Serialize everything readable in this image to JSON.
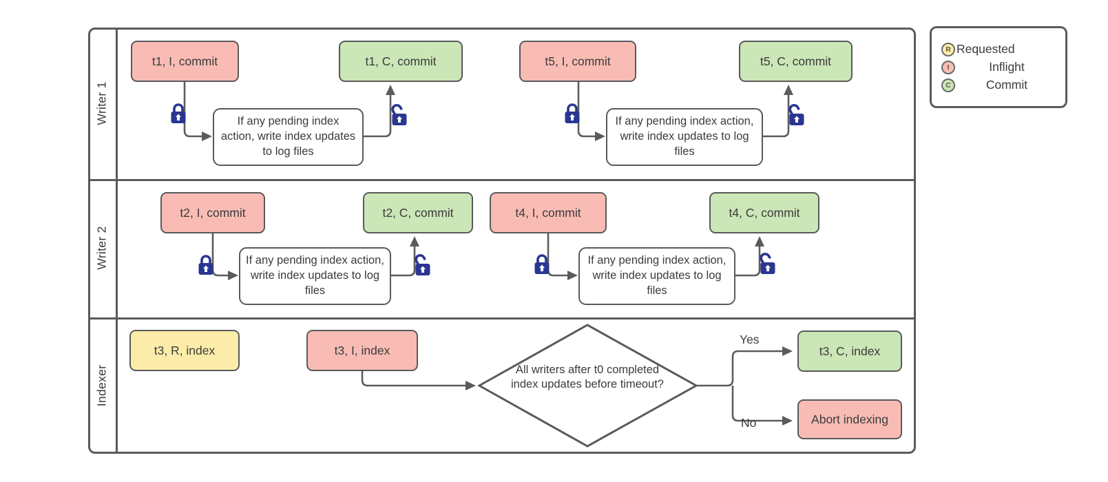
{
  "lanes": [
    {
      "label": "Writer 1"
    },
    {
      "label": "Writer 2"
    },
    {
      "label": "Indexer"
    }
  ],
  "nodes": {
    "t1_inflight": "t1, I, commit",
    "t1_commit": "t1, C, commit",
    "t5_inflight": "t5, I, commit",
    "t5_commit": "t5, C, commit",
    "t2_inflight": "t2, I, commit",
    "t2_commit": "t2, C, commit",
    "t4_inflight": "t4, I, commit",
    "t4_commit": "t4, C, commit",
    "t3_requested": "t3, R, index",
    "t3_inflight": "t3, I, index",
    "t3_commit": "t3, C, index",
    "abort": "Abort indexing",
    "pending_note": "If any pending index action, write index updates to log files",
    "decision": "All writers after t0 completed index updates before timeout?"
  },
  "edge_labels": {
    "yes": "Yes",
    "no": "No"
  },
  "legend": {
    "items": [
      {
        "letter": "R",
        "label": "Requested",
        "color": "#fbeda9"
      },
      {
        "letter": "I",
        "label": "Inflight",
        "color": "#f9bcb5"
      },
      {
        "letter": "C",
        "label": "Commit",
        "color": "#cbe6b7"
      }
    ]
  },
  "colors": {
    "requested_fill": "#fbeda9",
    "inflight_fill": "#f9bcb5",
    "commit_fill": "#cbe6b7",
    "shape_stroke": "#58595b",
    "connector": "#5b5b5b",
    "lock": "#2a3691"
  }
}
